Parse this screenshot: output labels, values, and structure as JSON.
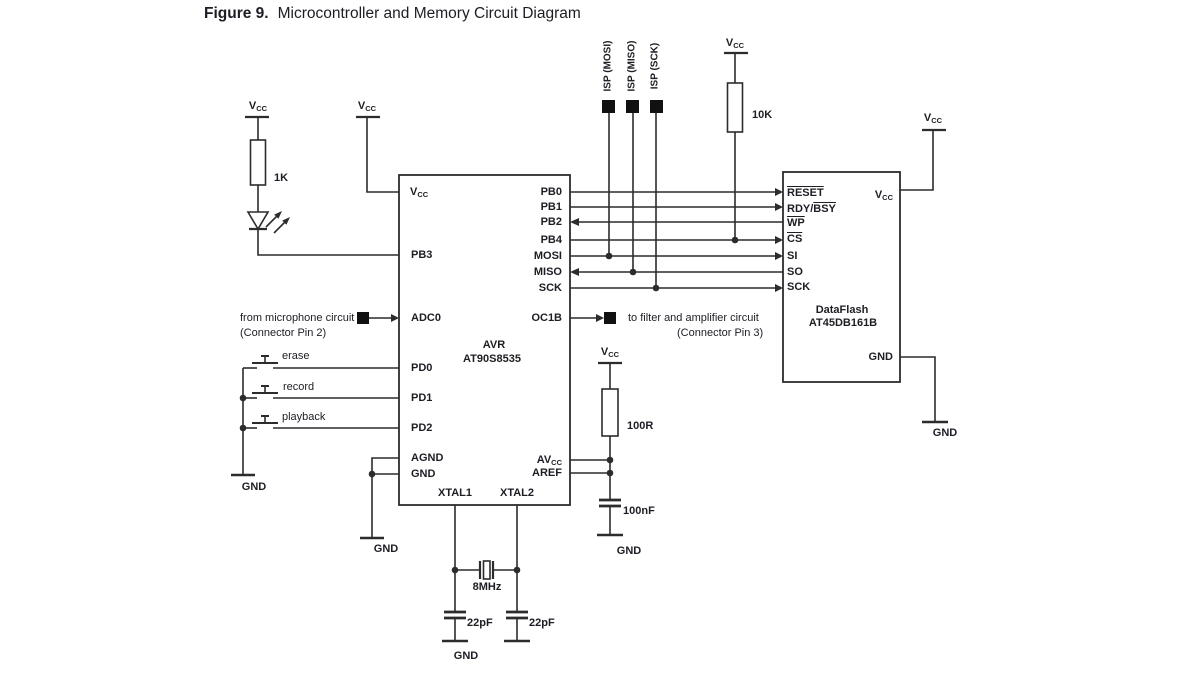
{
  "title": {
    "prefix": "Figure 9.",
    "text": "Microcontroller and Memory Circuit Diagram"
  },
  "sym": {
    "v": "V",
    "cc": "CC",
    "avcc": "AV",
    "gnd": "GND"
  },
  "isp": {
    "mosi": "ISP (MOSI)",
    "miso": "ISP (MISO)",
    "sck": "ISP (SCK)"
  },
  "components": {
    "r_led": "1K",
    "r_pullup": "10K",
    "r_aref": "100R",
    "c_xtal_left": "22pF",
    "c_xtal_right": "22pF",
    "c_aref": "100nF",
    "xtal": "8MHz"
  },
  "notes": {
    "mic1": "from microphone circuit",
    "mic2": "(Connector Pin 2)",
    "amp1": "to filter and amplifier circuit",
    "amp2": "(Connector Pin 3)"
  },
  "switches": {
    "erase": "erase",
    "record": "record",
    "playback": "playback"
  },
  "avr": {
    "name1": "AVR",
    "name2": "AT90S8535",
    "pins": {
      "pb3": "PB3",
      "adc0": "ADC0",
      "pd0": "PD0",
      "pd1": "PD1",
      "pd2": "PD2",
      "agnd": "AGND",
      "gnd": "GND",
      "xtal1": "XTAL1",
      "xtal2": "XTAL2",
      "pb0": "PB0",
      "pb1": "PB1",
      "pb2": "PB2",
      "pb4": "PB4",
      "mosi": "MOSI",
      "miso": "MISO",
      "sck": "SCK",
      "oc1b": "OC1B",
      "aref": "AREF"
    }
  },
  "dataflash": {
    "name1": "DataFlash",
    "name2": "AT45DB161B",
    "pins": {
      "reset": "RESET",
      "rdy": "RDY/",
      "bsy": "BSY",
      "wp": "WP",
      "cs": "CS",
      "si": "SI",
      "so": "SO",
      "sck": "SCK"
    }
  }
}
